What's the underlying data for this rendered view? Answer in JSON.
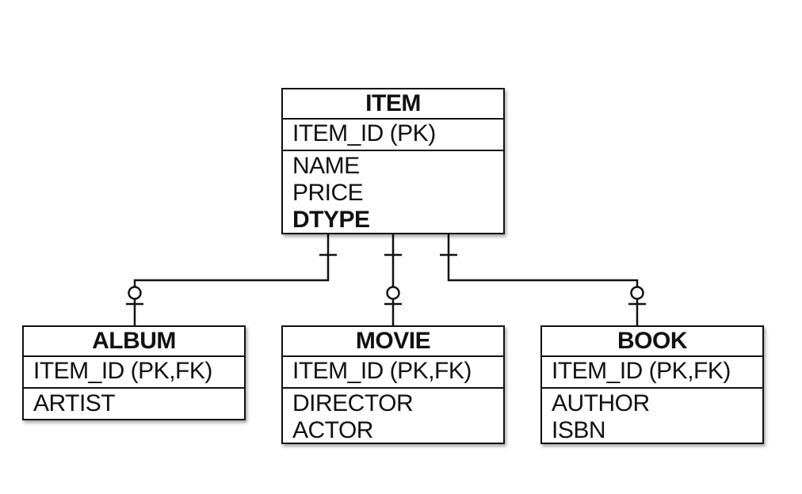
{
  "entities": {
    "item": {
      "title": "ITEM",
      "pk": "ITEM_ID (PK)",
      "attrs": [
        "NAME",
        "PRICE",
        "DTYPE"
      ]
    },
    "album": {
      "title": "ALBUM",
      "pk": "ITEM_ID (PK,FK)",
      "attrs": [
        "ARTIST"
      ]
    },
    "movie": {
      "title": "MOVIE",
      "pk": "ITEM_ID (PK,FK)",
      "attrs": [
        "DIRECTOR",
        "ACTOR"
      ]
    },
    "book": {
      "title": "BOOK",
      "pk": "ITEM_ID (PK,FK)",
      "attrs": [
        "AUTHOR",
        "ISBN"
      ]
    }
  },
  "relationships": [
    {
      "from": "item",
      "to": "album",
      "from_cardinality": "one",
      "to_cardinality": "zero-or-one"
    },
    {
      "from": "item",
      "to": "movie",
      "from_cardinality": "one",
      "to_cardinality": "zero-or-one"
    },
    {
      "from": "item",
      "to": "book",
      "from_cardinality": "one",
      "to_cardinality": "zero-or-one"
    }
  ],
  "colors": {
    "line": "#111111",
    "background": "#ffffff"
  }
}
